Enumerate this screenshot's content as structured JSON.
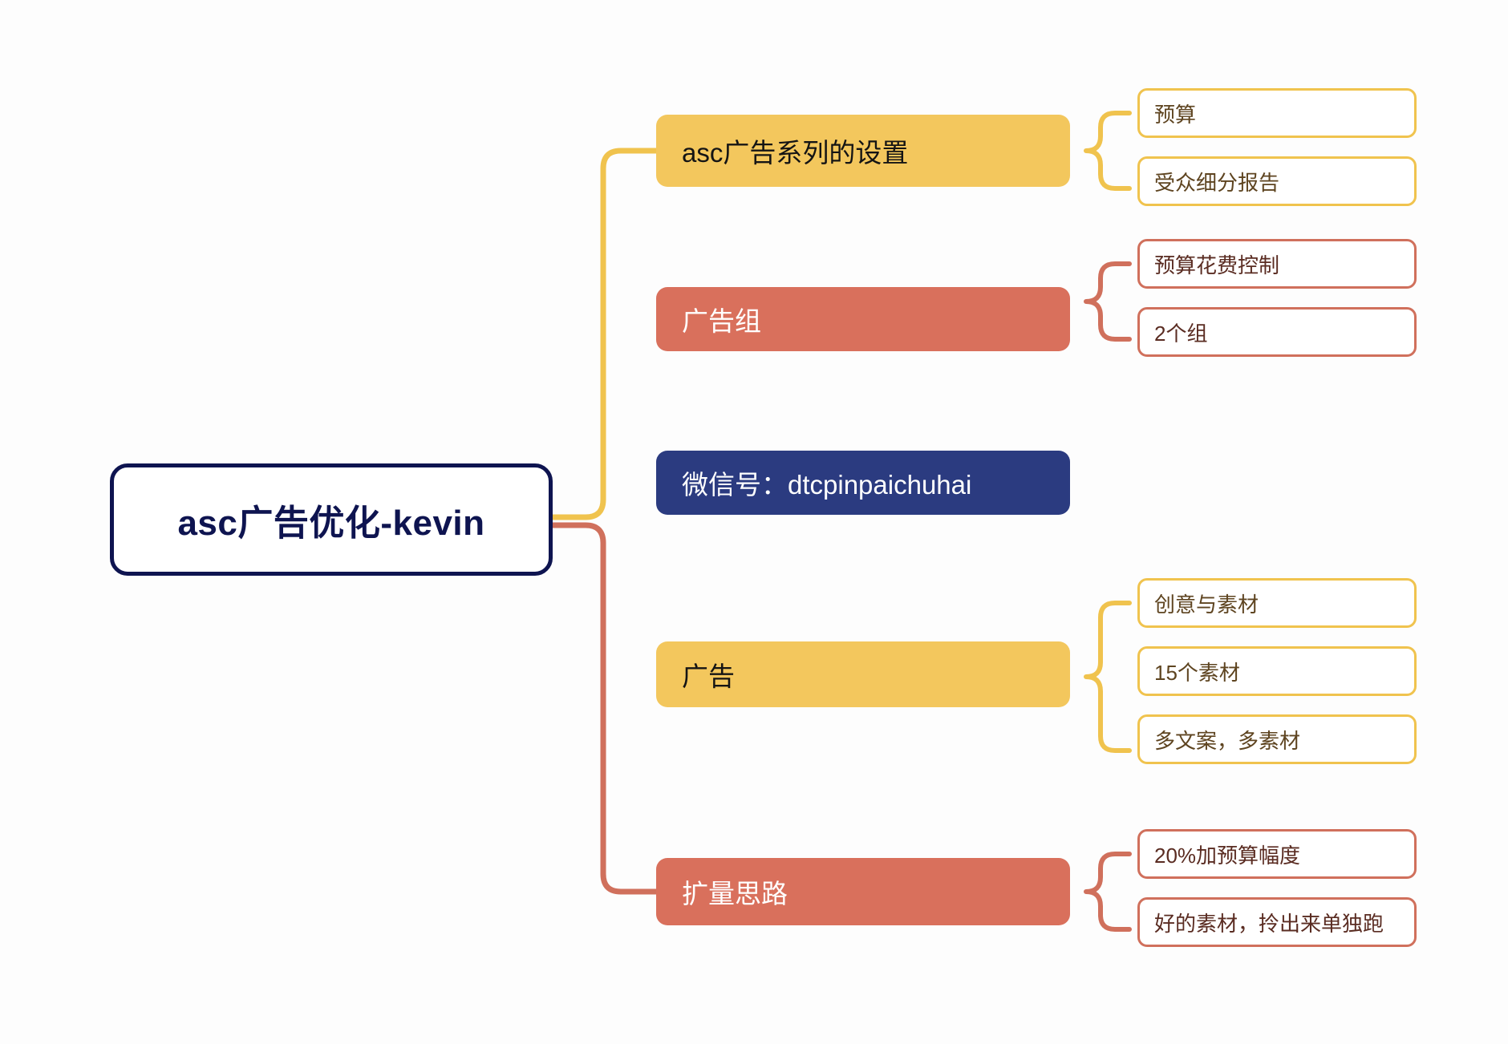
{
  "diagram": {
    "type": "mind-map",
    "background_color": "#fdfdfd",
    "root": {
      "label": "asc广告优化-kevin",
      "border_color": "#0e1450",
      "text_color": "#0e1450",
      "fill_color": "#ffffff"
    },
    "palette": {
      "yellow": "#f3c75d",
      "yellow_border": "#f0c34e",
      "salmon": "#d9705c",
      "salmon_border": "#d0705c",
      "navy": "#2b3b80",
      "root_navy": "#0e1450",
      "leaf_fill": "#ffffff",
      "yellow_leaf_text": "#5e4420",
      "salmon_leaf_text": "#5a2c22"
    },
    "branches": [
      {
        "id": "campaign-settings",
        "label": "asc广告系列的设置",
        "style": "yellow",
        "connector_color": "#f0c34e",
        "children": [
          {
            "id": "budget",
            "label": "预算",
            "style": "yellow"
          },
          {
            "id": "audience-segmentation-report",
            "label": "受众细分报告",
            "style": "yellow"
          }
        ]
      },
      {
        "id": "ad-group",
        "label": "广告组",
        "style": "salmon",
        "connector_color": "#d0705c",
        "children": [
          {
            "id": "budget-spend-control",
            "label": "预算花费控制",
            "style": "salmon"
          },
          {
            "id": "two-groups",
            "label": "2个组",
            "style": "salmon"
          }
        ]
      },
      {
        "id": "wechat-id",
        "label": "微信号：dtcpinpaichuhai",
        "style": "navy",
        "connector_color": "",
        "children": []
      },
      {
        "id": "ad",
        "label": "广告",
        "style": "yellow",
        "connector_color": "#f0c34e",
        "children": [
          {
            "id": "creative-and-assets",
            "label": "创意与素材",
            "style": "yellow"
          },
          {
            "id": "fifteen-assets",
            "label": "15个素材",
            "style": "yellow"
          },
          {
            "id": "multi-copy-multi-asset",
            "label": "多文案，多素材",
            "style": "yellow"
          }
        ]
      },
      {
        "id": "scaling-strategy",
        "label": "扩量思路",
        "style": "salmon",
        "connector_color": "#d0705c",
        "children": [
          {
            "id": "twenty-percent-budget-increase",
            "label": "20%加预算幅度",
            "style": "salmon"
          },
          {
            "id": "good-assets-run-separately",
            "label": "好的素材，拎出来单独跑",
            "style": "salmon"
          }
        ]
      }
    ]
  }
}
